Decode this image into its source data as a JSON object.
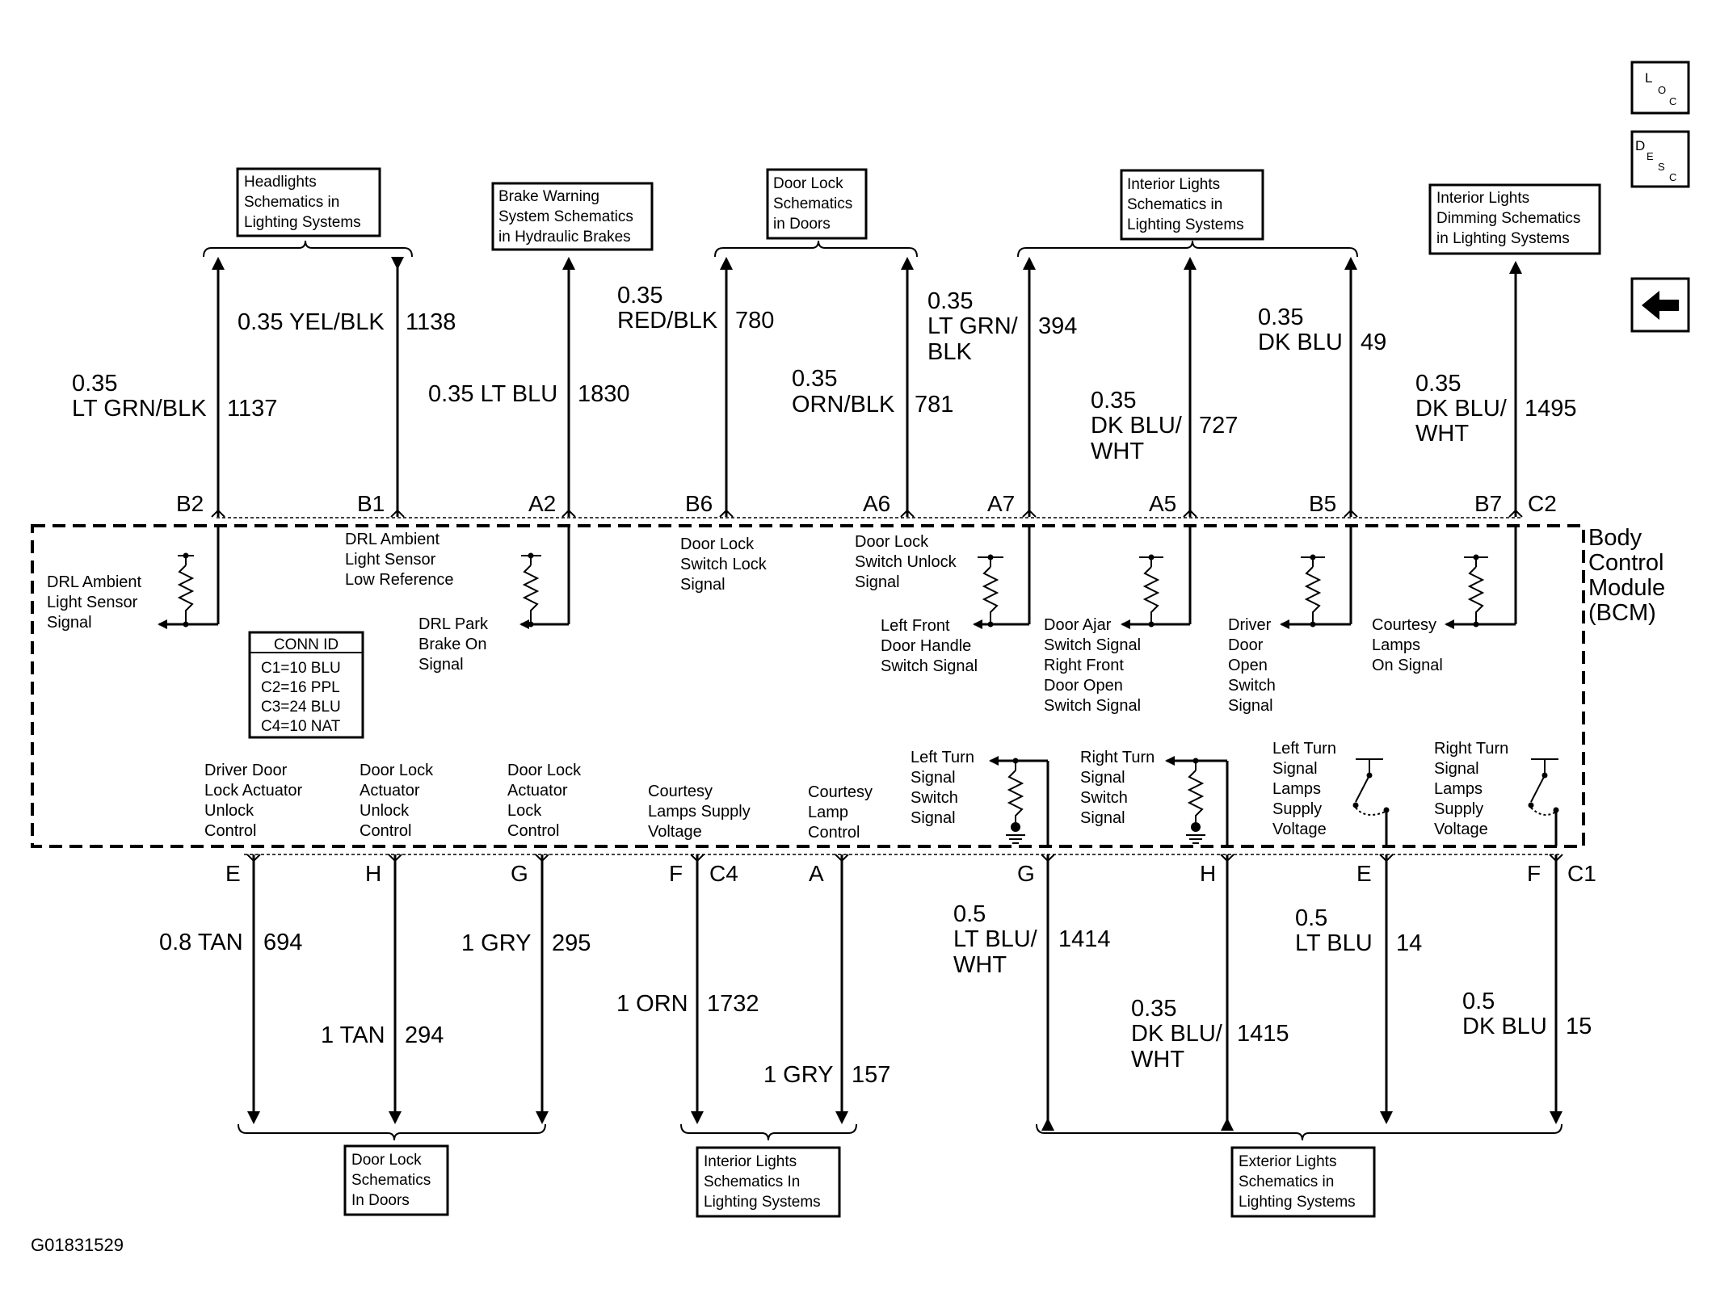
{
  "figure_id": "G01831529",
  "nav": {
    "loc": {
      "L": "L",
      "sub1": "O",
      "sub2": "C"
    },
    "desc": {
      "D": "D",
      "sub1": "E",
      "sub2": "S",
      "sub3": "C"
    },
    "back_icon": "left-arrow-icon"
  },
  "module": {
    "lines": [
      "Body",
      "Control",
      "Module",
      "(BCM)"
    ]
  },
  "conn_id": {
    "title": "CONN ID",
    "rows": [
      "C1=10 BLU",
      "C2=16 PPL",
      "C3=24 BLU",
      "C4=10 NAT"
    ]
  },
  "top_refs": [
    {
      "lines": [
        "Headlights",
        "Schematics in",
        "Lighting Systems"
      ]
    },
    {
      "lines": [
        "Brake Warning",
        "System Schematics",
        "in Hydraulic Brakes"
      ]
    },
    {
      "lines": [
        "Door Lock",
        "Schematics",
        "in Doors"
      ]
    },
    {
      "lines": [
        "Interior Lights",
        "Schematics in",
        "Lighting Systems"
      ]
    },
    {
      "lines": [
        "Interior Lights",
        "Dimming Schematics",
        "in Lighting Systems"
      ]
    }
  ],
  "bottom_refs": [
    {
      "lines": [
        "Door Lock",
        "Schematics",
        "In Doors"
      ]
    },
    {
      "lines": [
        "Interior Lights",
        "Schematics In",
        "Lighting Systems"
      ]
    },
    {
      "lines": [
        "Exterior Lights",
        "Schematics in",
        "Lighting Systems"
      ]
    }
  ],
  "top_wires": [
    {
      "pin": "B2",
      "gauge": [
        "0.35",
        "LT GRN/BLK"
      ],
      "circuit": "1137"
    },
    {
      "pin": "B1",
      "gauge": [
        "0.35 YEL/BLK"
      ],
      "circuit": "1138"
    },
    {
      "pin": "A2",
      "gauge": [
        "0.35 LT BLU"
      ],
      "circuit": "1830"
    },
    {
      "pin": "B6",
      "gauge": [
        "0.35",
        "RED/BLK"
      ],
      "circuit": "780"
    },
    {
      "pin": "A6",
      "gauge": [
        "0.35",
        "ORN/BLK"
      ],
      "circuit": "781"
    },
    {
      "pin": "A7",
      "gauge": [
        "0.35",
        "LT GRN/",
        "BLK"
      ],
      "circuit": "394"
    },
    {
      "pin": "A5",
      "gauge": [
        "0.35",
        "DK BLU/",
        "WHT"
      ],
      "circuit": "727"
    },
    {
      "pin": "B5",
      "gauge": [
        "0.35",
        "DK BLU"
      ],
      "circuit": "49"
    },
    {
      "pin": "B7",
      "gauge": [
        "0.35",
        "DK BLU/",
        "WHT"
      ],
      "circuit": "1495"
    }
  ],
  "top_connector": "C2",
  "bottom_wires": [
    {
      "pin": "E",
      "gauge": [
        "0.8 TAN"
      ],
      "circuit": "694"
    },
    {
      "pin": "H",
      "gauge": [
        "1 TAN"
      ],
      "circuit": "294"
    },
    {
      "pin": "G",
      "gauge": [
        "1 GRY"
      ],
      "circuit": "295"
    },
    {
      "pin": "F",
      "gauge": [
        "1 ORN"
      ],
      "circuit": "1732"
    },
    {
      "pin": "A",
      "gauge": [
        "1 GRY"
      ],
      "circuit": "157"
    },
    {
      "pin": "G",
      "gauge": [
        "0.5",
        "LT BLU/",
        "WHT"
      ],
      "circuit": "1414"
    },
    {
      "pin": "H",
      "gauge": [
        "0.35",
        "DK BLU/",
        "WHT"
      ],
      "circuit": "1415"
    },
    {
      "pin": "E",
      "gauge": [
        "0.5",
        "LT BLU"
      ],
      "circuit": "14"
    },
    {
      "pin": "F",
      "gauge": [
        "0.5",
        "DK BLU"
      ],
      "circuit": "15"
    }
  ],
  "bottom_connectors": [
    "C4",
    "C1"
  ],
  "internal_labels": [
    {
      "lines": [
        "DRL Ambient",
        "Light Sensor",
        "Signal"
      ]
    },
    {
      "lines": [
        "DRL Ambient",
        "Light Sensor",
        "Low Reference"
      ]
    },
    {
      "lines": [
        "DRL Park",
        "Brake On",
        "Signal"
      ]
    },
    {
      "lines": [
        "Door Lock",
        "Switch Lock",
        "Signal"
      ]
    },
    {
      "lines": [
        "Door Lock",
        "Switch Unlock",
        "Signal"
      ]
    },
    {
      "lines": [
        "Left Front",
        "Door Handle",
        "Switch Signal"
      ]
    },
    {
      "lines": [
        "Door Ajar",
        "Switch Signal",
        "Right Front",
        "Door Open",
        "Switch Signal"
      ]
    },
    {
      "lines": [
        "Driver",
        "Door",
        "Open",
        "Switch",
        "Signal"
      ]
    },
    {
      "lines": [
        "Courtesy",
        "Lamps",
        "On Signal"
      ]
    },
    {
      "lines": [
        "Driver Door",
        "Lock Actuator",
        "Unlock",
        "Control"
      ]
    },
    {
      "lines": [
        "Door Lock",
        "Actuator",
        "Unlock",
        "Control"
      ]
    },
    {
      "lines": [
        "Door Lock",
        "Actuator",
        "Lock",
        "Control"
      ]
    },
    {
      "lines": [
        "Courtesy",
        "Lamps Supply",
        "Voltage"
      ]
    },
    {
      "lines": [
        "Courtesy",
        "Lamp",
        "Control"
      ]
    },
    {
      "lines": [
        "Left Turn",
        "Signal",
        "Switch",
        "Signal"
      ]
    },
    {
      "lines": [
        "Right Turn",
        "Signal",
        "Switch",
        "Signal"
      ]
    },
    {
      "lines": [
        "Left Turn",
        "Signal",
        "Lamps",
        "Supply",
        "Voltage"
      ]
    },
    {
      "lines": [
        "Right Turn",
        "Signal",
        "Lamps",
        "Supply",
        "Voltage"
      ]
    }
  ]
}
